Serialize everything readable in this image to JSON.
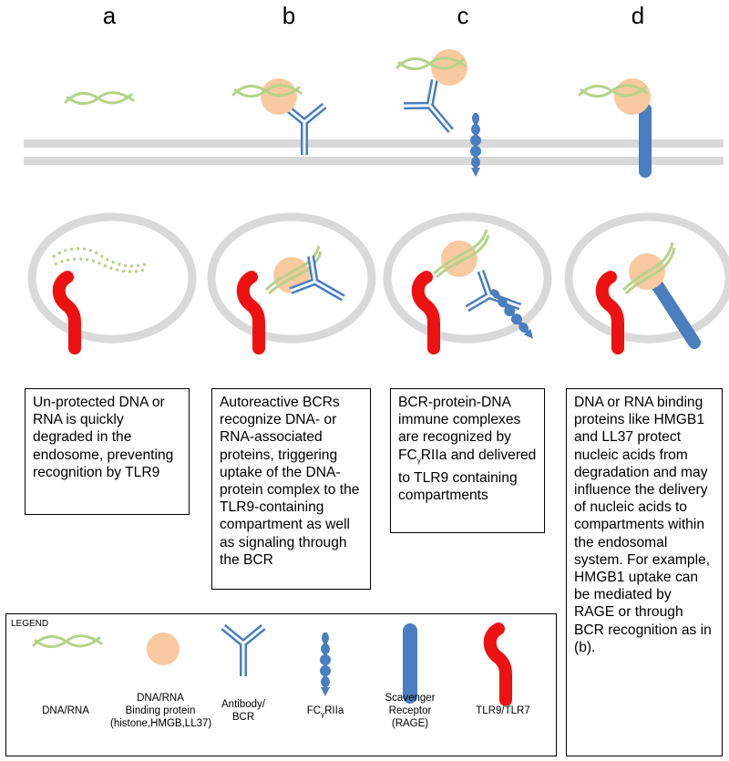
{
  "panels": [
    {
      "letter": "a",
      "description": "Un-protected DNA or RNA is quickly degraded in the endosome, preventing recognition by TLR9"
    },
    {
      "letter": "b",
      "description": "Autoreactive BCRs recognize DNA- or RNA-associated proteins, triggering uptake of the DNA-protein complex to the TLR9-containing compartment as well as signaling through the BCR"
    },
    {
      "letter": "c",
      "description_pre": "BCR-protein-DNA immune complexes are recognized by FC",
      "description_sub": "γ",
      "description_post": "RIIa and delivered to TLR9 containing compartments"
    },
    {
      "letter": "d",
      "description": "DNA or RNA binding proteins like HMGB1 and LL37 protect nucleic acids from degradation and may influence the delivery of nucleic acids to compartments within the endosomal system. For example, HMGB1 uptake can be mediated by RAGE or through BCR recognition as in (b)."
    }
  ],
  "legend": {
    "title": "LEGEND",
    "items": [
      {
        "label_lines": [
          "DNA/RNA"
        ]
      },
      {
        "label_lines": [
          "DNA/RNA",
          "Binding protein",
          "(histone,HMGB,LL37)"
        ]
      },
      {
        "label_lines": [
          "Antibody/",
          "BCR"
        ]
      },
      {
        "label_pre": "FC",
        "label_sub": "γ",
        "label_post": "RIIa"
      },
      {
        "label_lines": [
          "Scavenger",
          "Receptor",
          "(RAGE)"
        ]
      },
      {
        "label_lines": [
          "TLR9/TLR7"
        ]
      }
    ]
  },
  "colors": {
    "membrane": "#d9d9d9",
    "dna": "#b5d38a",
    "protein": "#f9c9a0",
    "antibody": "#4a7ebf",
    "tlr": "#ee1111"
  }
}
